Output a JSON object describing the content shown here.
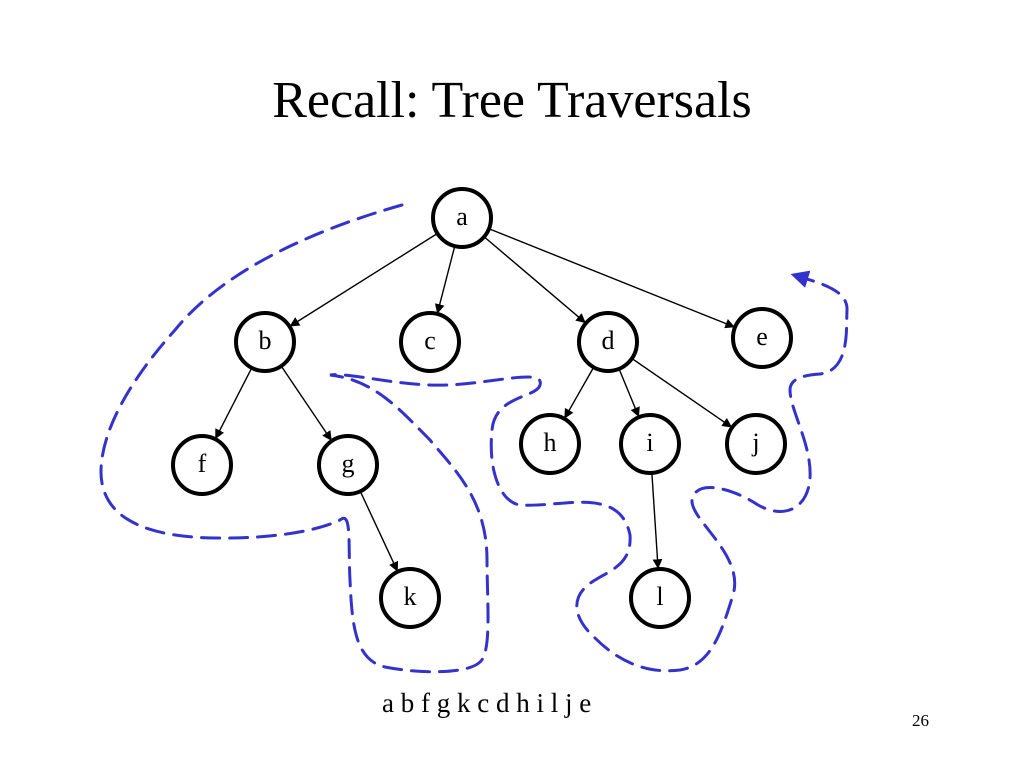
{
  "slide": {
    "title": "Recall: Tree Traversals",
    "traversal_order": "a b f g k c d h i l j e",
    "page_number": "26"
  },
  "tree": {
    "nodes": [
      {
        "id": "a",
        "label": "a"
      },
      {
        "id": "b",
        "label": "b"
      },
      {
        "id": "c",
        "label": "c"
      },
      {
        "id": "d",
        "label": "d"
      },
      {
        "id": "e",
        "label": "e"
      },
      {
        "id": "f",
        "label": "f"
      },
      {
        "id": "g",
        "label": "g"
      },
      {
        "id": "h",
        "label": "h"
      },
      {
        "id": "i",
        "label": "i"
      },
      {
        "id": "j",
        "label": "j"
      },
      {
        "id": "k",
        "label": "k"
      },
      {
        "id": "l",
        "label": "l"
      }
    ],
    "edges": [
      [
        "a",
        "b"
      ],
      [
        "a",
        "c"
      ],
      [
        "a",
        "d"
      ],
      [
        "a",
        "e"
      ],
      [
        "b",
        "f"
      ],
      [
        "b",
        "g"
      ],
      [
        "g",
        "k"
      ],
      [
        "d",
        "h"
      ],
      [
        "d",
        "i"
      ],
      [
        "d",
        "j"
      ],
      [
        "i",
        "l"
      ]
    ]
  },
  "colors": {
    "traversal_path": "#3333cc",
    "edges": "#000000",
    "node_stroke": "#000000"
  }
}
